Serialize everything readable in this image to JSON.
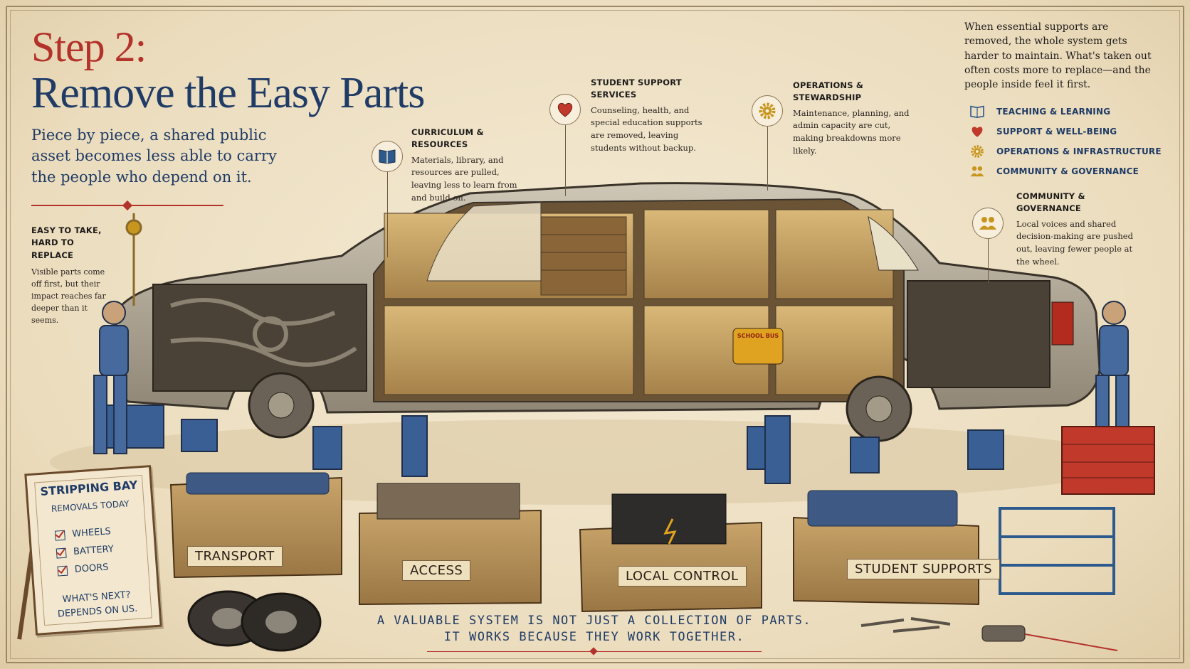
{
  "title": {
    "step": "Step 2:",
    "main": "Remove the Easy Parts",
    "subtitle": "Piece by piece, a shared public asset becomes less able to carry the people who depend on it."
  },
  "callouts": {
    "easy_take": {
      "title_line1": "EASY TO TAKE,",
      "title_line2": "HARD TO REPLACE",
      "body": "Visible parts come off first, but their impact reaches far deeper than it seems."
    },
    "curriculum": {
      "title": "CURRICULUM & RESOURCES",
      "body": "Materials, library, and resources are pulled, leaving less to learn from and build on.",
      "icon": "book-icon"
    },
    "student_support": {
      "title": "STUDENT SUPPORT SERVICES",
      "body": "Counseling, health, and special education supports are removed, leaving students without backup.",
      "icon": "heart-icon"
    },
    "operations": {
      "title": "OPERATIONS & STEWARDSHIP",
      "body": "Maintenance, planning, and admin capacity are cut, making breakdowns more likely.",
      "icon": "gear-icon"
    },
    "community": {
      "title": "COMMUNITY & GOVERNANCE",
      "body": "Local voices and shared decision-making are pushed out, leaving fewer people at the wheel.",
      "icon": "people-icon"
    }
  },
  "right_note": "When essential supports are removed, the whole system gets harder to maintain. What's taken out often costs more to replace—and the people inside feel it first.",
  "legend": [
    {
      "label": "TEACHING & LEARNING",
      "icon": "book-icon",
      "color": "#2d5a8c"
    },
    {
      "label": "SUPPORT & WELL-BEING",
      "icon": "heart-icon",
      "color": "#c0392b"
    },
    {
      "label": "OPERATIONS & INFRASTRUCTURE",
      "icon": "gear-icon",
      "color": "#c8951e"
    },
    {
      "label": "COMMUNITY & GOVERNANCE",
      "icon": "people-icon",
      "color": "#c8951e"
    }
  ],
  "sign": {
    "title": "STRIPPING BAY",
    "subtitle": "REMOVALS TODAY",
    "items": [
      "WHEELS",
      "BATTERY",
      "DOORS"
    ],
    "footer_line1": "WHAT'S NEXT?",
    "footer_line2": "DEPENDS ON US."
  },
  "crates": {
    "transport": "TRANSPORT",
    "access": "ACCESS",
    "local_control": "LOCAL CONTROL",
    "student_supports": "STUDENT SUPPORTS"
  },
  "car_label": "SCHOOL BUS",
  "bottom_message": {
    "line1": "A VALUABLE SYSTEM IS NOT JUST A COLLECTION OF PARTS.",
    "line2": "IT WORKS BECAUSE THEY WORK TOGETHER."
  },
  "colors": {
    "title_red": "#b3322a",
    "title_blue": "#1f3b66",
    "paper": "#efe4cc"
  }
}
